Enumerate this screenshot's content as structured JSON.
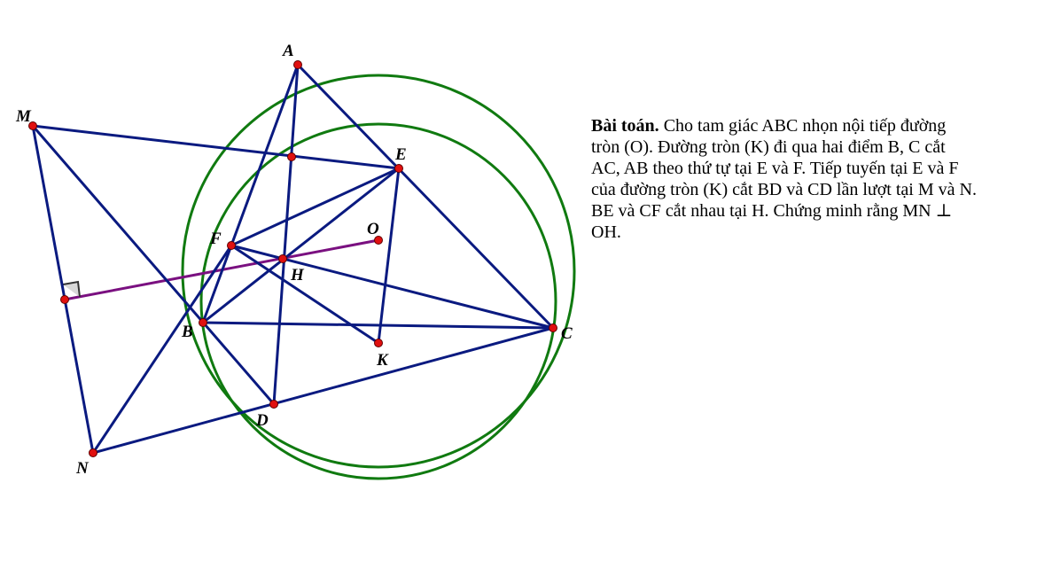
{
  "problem": {
    "title": "Bài toán.",
    "lines": [
      "Cho tam giác ABC nhọn nội tiếp đường",
      "tròn (O). Đường tròn (K) đi qua hai điểm B, C cắt",
      "AC, AB theo thứ tự tại E và F. Tiếp tuyến tại E và F",
      "của đường tròn (K) cắt BD và CD lần lượt tại M và N.",
      "BE và CF cắt nhau tại H. Chứng minh rằng MN ⊥",
      "OH."
    ]
  },
  "points": {
    "A": "A",
    "M": "M",
    "E": "E",
    "F": "F",
    "O": "O",
    "H": "H",
    "B": "B",
    "C": "C",
    "K": "K",
    "D": "D",
    "N": "N"
  },
  "colors": {
    "lines": "#0a1a80",
    "circles": "#107a10",
    "oh_segment": "#7a1080",
    "points": "#e01010"
  }
}
